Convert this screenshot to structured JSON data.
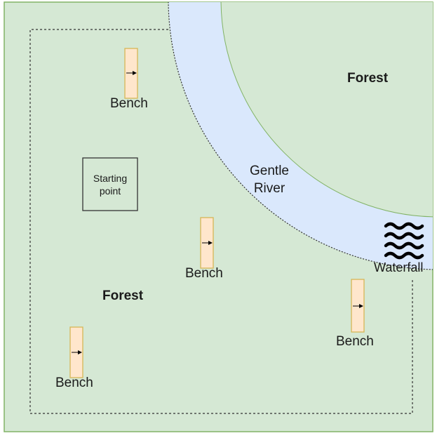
{
  "map": {
    "forest_main": "Forest",
    "forest_corner": "Forest",
    "river": {
      "line1": "Gentle",
      "line2": "River"
    },
    "waterfall": "Waterfall",
    "start": {
      "line1": "Starting",
      "line2": "point"
    },
    "benches": [
      "Bench",
      "Bench",
      "Bench",
      "Bench"
    ],
    "colors": {
      "ground": "#d5e8d4",
      "ground_border": "#82b366",
      "water": "#dae8fc",
      "bench_fill": "#ffe6cc",
      "bench_border": "#d6b656"
    }
  }
}
